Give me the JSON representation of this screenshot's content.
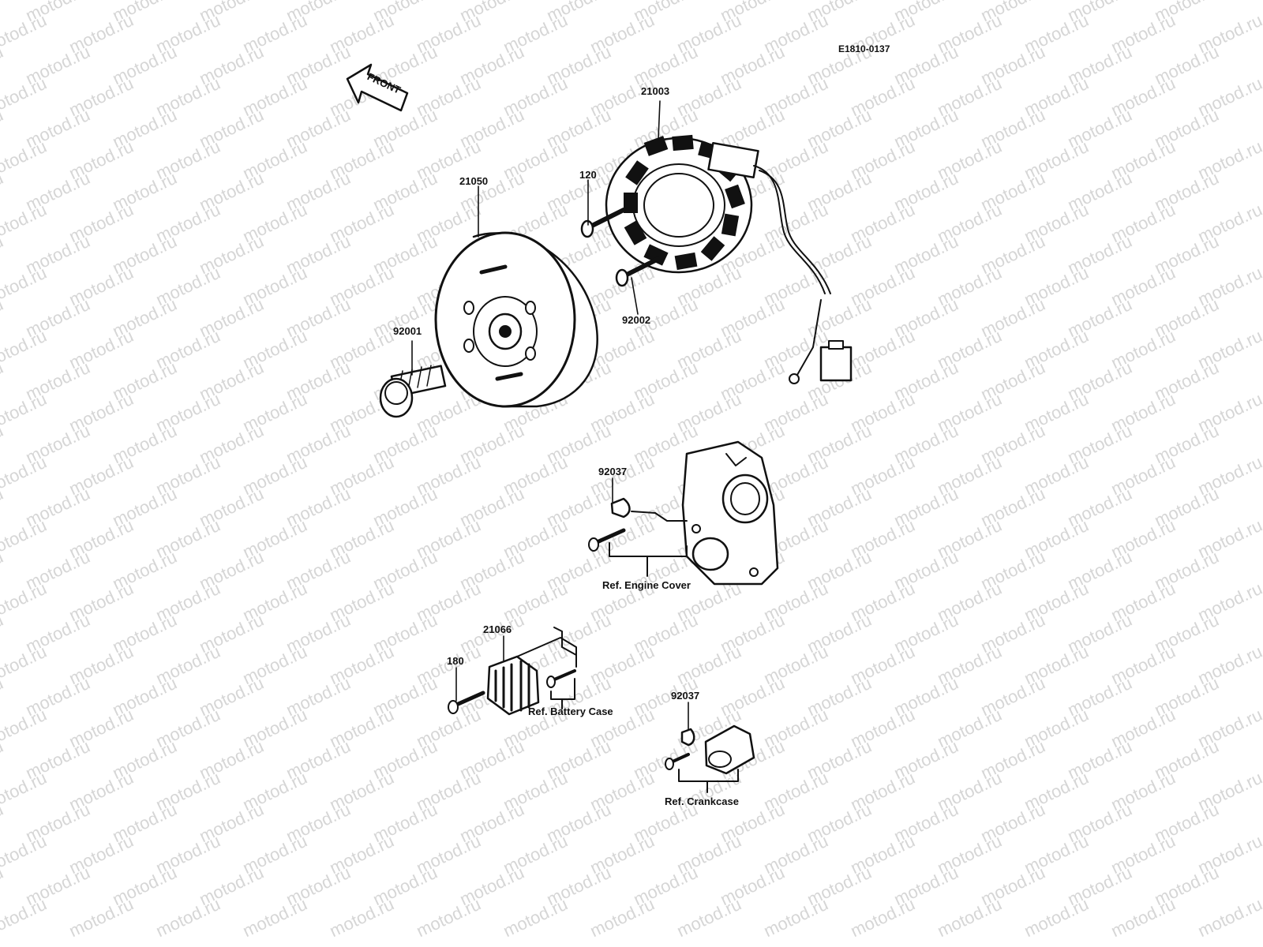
{
  "diagram": {
    "code": "E1810-0137",
    "front_label": "FRONT",
    "watermark": "motod.ru",
    "parts": {
      "stator": "21003",
      "rotor": "21050",
      "bolt_stator": "120",
      "bolt_stator_b": "92002",
      "rotor_bolt": "92001",
      "clamp_engine": "92037",
      "regulator": "21066",
      "bolt_regulator": "180",
      "clamp_crankcase": "92037"
    },
    "refs": {
      "engine_cover": "Ref. Engine Cover",
      "battery_case": "Ref. Battery Case",
      "crankcase": "Ref. Crankcase"
    }
  }
}
